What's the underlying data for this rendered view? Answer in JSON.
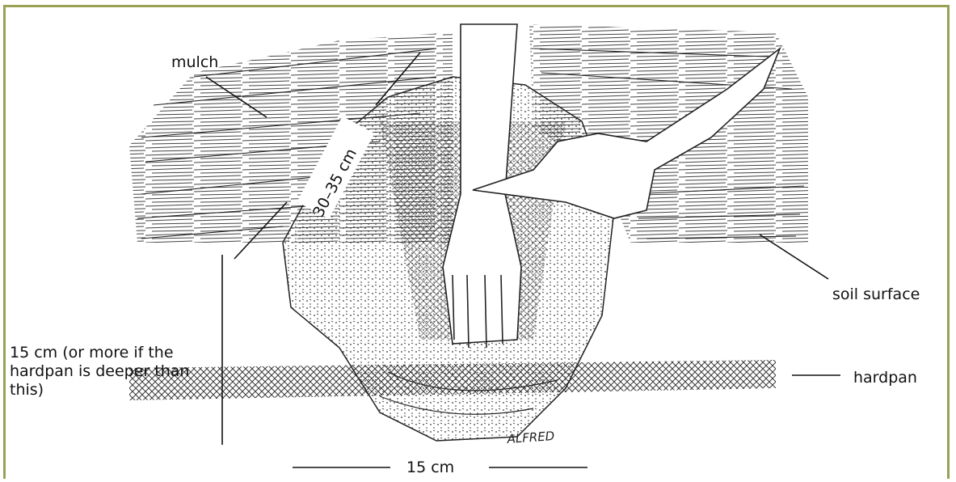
{
  "labels": {
    "mulch": "mulch",
    "soil_surface": "soil surface",
    "hardpan": "hardpan",
    "depth_note": "15 cm (or more if the hardpan is deeper than this)",
    "width": "15 cm",
    "pit_depth": "30–35 cm",
    "signature": "ALFRED"
  },
  "colors": {
    "frame": "#9aa152",
    "ink": "#111111"
  }
}
